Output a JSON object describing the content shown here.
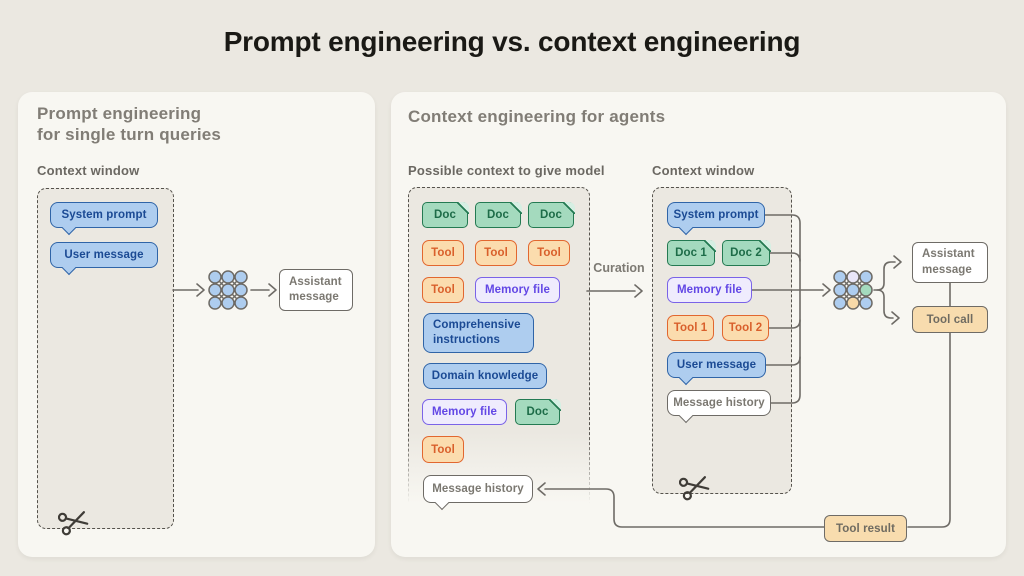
{
  "title": "Prompt engineering vs. context engineering",
  "left": {
    "heading": "Prompt engineering\nfor single turn queries",
    "context_window_label": "Context window",
    "system_prompt": "System prompt",
    "user_message": "User message",
    "assistant_message": "Assistant message"
  },
  "right": {
    "heading": "Context engineering for agents",
    "possible": {
      "label": "Possible context to give model",
      "docs": [
        "Doc",
        "Doc",
        "Doc"
      ],
      "tools": [
        "Tool",
        "Tool",
        "Tool",
        "Tool",
        "Tool"
      ],
      "memory_file": "Memory file",
      "comprehensive": "Comprehensive instructions",
      "domain_knowledge": "Domain knowledge",
      "memory_file_2": "Memory file",
      "doc_4": "Doc",
      "message_history": "Message history"
    },
    "curation": "Curation",
    "context_window": {
      "label": "Context window",
      "system_prompt": "System prompt",
      "docs": [
        "Doc 1",
        "Doc 2"
      ],
      "memory_file": "Memory file",
      "tools": [
        "Tool 1",
        "Tool 2"
      ],
      "user_message": "User message",
      "message_history": "Message history"
    },
    "outputs": {
      "assistant_message": "Assistant message",
      "tool_call": "Tool call",
      "tool_result": "Tool result"
    }
  },
  "colors": {
    "page_bg": "#ebe8e1",
    "card_bg": "#f8f7f2",
    "dash_border": "#55524c",
    "heading_gray": "#817d76",
    "label_gray": "#6b6862",
    "connector_gray": "#6e6b66",
    "blue_fill": "#aecdef",
    "blue_border": "#2f64a7",
    "blue_text": "#1b4a94",
    "green_fill": "#a4dabe",
    "green_border": "#247a52",
    "green_text": "#1d6c48",
    "orange_fill": "#fbdcae",
    "orange_border": "#e2672f",
    "orange_text": "#d95f2b",
    "purple_fill": "#efecfd",
    "purple_border": "#7a63e8",
    "purple_text": "#6247e5",
    "tan_fill": "#f8dcae",
    "white_fill": "#ffffff",
    "title_color": "#1a1915",
    "nn_accent_lavender": "#e9e6f8",
    "nn_accent_green": "#a4dabe",
    "nn_accent_orange": "#f7d9a8"
  }
}
